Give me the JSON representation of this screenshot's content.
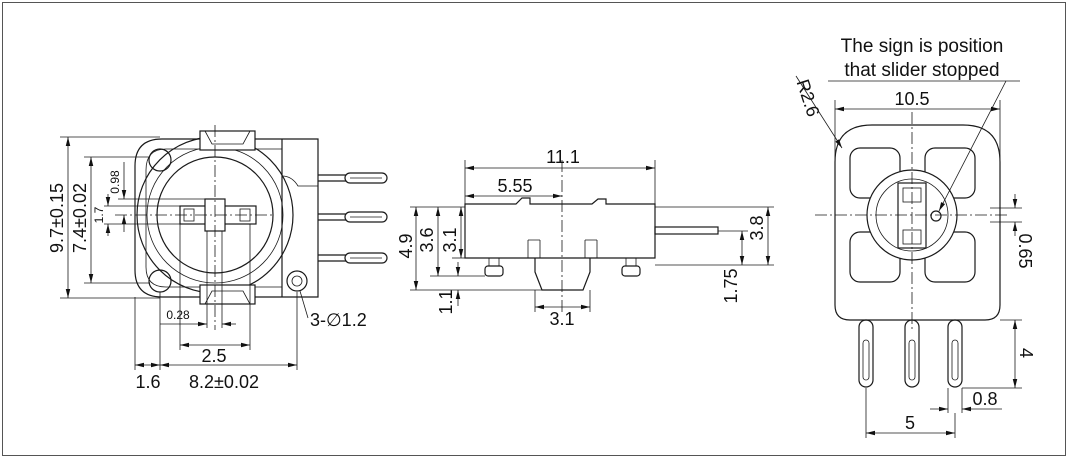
{
  "left_view": {
    "overall_height": "9.7±0.15",
    "inner_height": "7.4±0.02",
    "dim_0_98": "0.98",
    "dim_1_7": "1.7",
    "dim_0_28": "0.28",
    "dim_2_5": "2.5",
    "dim_1_6": "1.6",
    "overall_width": "8.2±0.02",
    "hole_callout": "3-∅1.2"
  },
  "side_view": {
    "length": "11.1",
    "half_length": "5.55",
    "total_height": "4.9",
    "height_3_6": "3.6",
    "body_height": "3.1",
    "leg_height": "1.1",
    "leg_width": "3.1",
    "pin_height": "3.8",
    "pin_offset": "1.75"
  },
  "front_view": {
    "note_line1": "The sign is position",
    "note_line2": "that slider stopped",
    "corner_radius": "R2.6",
    "width": "10.5",
    "offset": "0.65",
    "pin_length": "4",
    "pin_width": "0.8",
    "pin_pitch": "5"
  },
  "colors": {
    "line": "#1a1a1a",
    "background": "#ffffff"
  }
}
